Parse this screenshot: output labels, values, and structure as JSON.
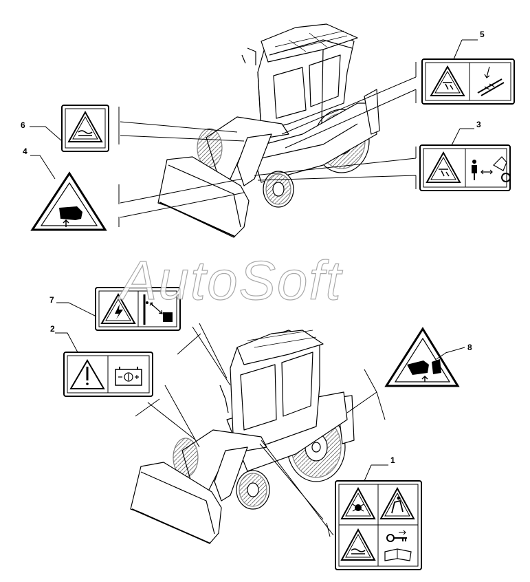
{
  "watermark": "AutoSoft",
  "callouts": {
    "c1": "1",
    "c2": "2",
    "c3": "3",
    "c4": "4",
    "c5": "5",
    "c6": "6",
    "c7": "7",
    "c8": "8"
  },
  "decal_icons": {
    "d1": [
      "rotating-parts-warning-icon",
      "seat-belt-warning-icon",
      "hot-surface-warning-icon",
      "read-manual-key-icon"
    ],
    "d2": [
      "exclamation-warning-icon",
      "battery-icon"
    ],
    "d3": [
      "crush-warning-icon",
      "keep-distance-icon"
    ],
    "d4": [
      "crush-hand-warning-icon"
    ],
    "d5": [
      "crush-warning-icon",
      "lifting-point-icon"
    ],
    "d6": [
      "hot-surface-warning-icon"
    ],
    "d7": [
      "electric-shock-warning-icon",
      "overhead-line-distance-icon"
    ],
    "d8": [
      "crush-hand-warning-icon"
    ]
  },
  "colors": {
    "line": "#000000",
    "watermark_stroke": "#9a9a9a"
  }
}
